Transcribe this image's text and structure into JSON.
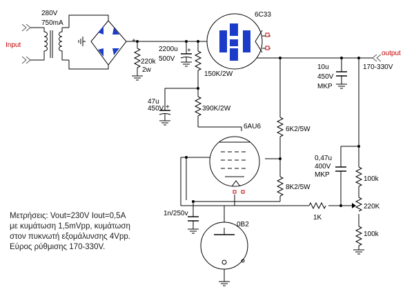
{
  "transformer": {
    "voltage": "280V",
    "current": "750mA"
  },
  "ports": {
    "input": "Input",
    "output": "output",
    "output_range": "170-330V"
  },
  "tubes": {
    "pass": "6C33",
    "amp": "6AU6",
    "ref": "0B2"
  },
  "components": {
    "r_bleeder": "220k",
    "r_bleeder_w": "2w",
    "c_filter": "2200u",
    "c_filter_v": "500V",
    "r_150k": "150K/2W",
    "r_390k": "390K/2W",
    "c_47u": "47u",
    "c_47u_v": "450V",
    "c_out": "10u",
    "c_out_v": "450V",
    "c_out_type": "MKP",
    "r_6k2_top": "6K2/5W",
    "r_6k2_bot": "8K2/5W",
    "c_047": "0,47u",
    "c_047_v": "400V",
    "c_047_type": "MKP",
    "r_100k_top": "100k",
    "pot": "220K",
    "r_100k_bot": "100k",
    "r_1k": "1K",
    "c_1n": "1n/250v"
  },
  "notes": [
    "Μετρήσεις: Vout=230V Iout=0,5A",
    "με κυμάτωση 1,5mVpp, κυμάτωση",
    "στον πυκνωτή εξομάλυνσης 4Vpp.",
    "Εύρος ρύθμισης 170-330V."
  ],
  "colors": {
    "wire": "#000000",
    "tube_fill": "#1a3cc8",
    "diode": "#1a3cc8",
    "accent": "#c00000"
  }
}
